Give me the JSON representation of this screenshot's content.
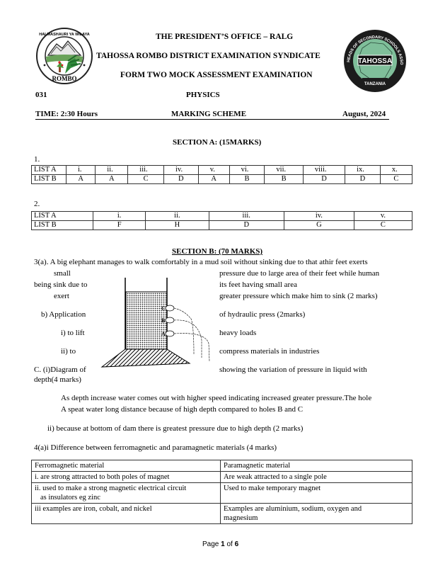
{
  "header": {
    "line1": "THE PRESIDENT’S OFFICE – RALG",
    "line2": "TAHOSSA ROMBO DISTRICT EXAMINATION SYNDICATE",
    "line3": "FORM TWO MOCK ASSESSMENT EXAMINATION",
    "code": "031",
    "subject": "PHYSICS",
    "time": "TIME: 2:30 Hours",
    "scheme": "MARKING SCHEME",
    "date": "August, 2024",
    "left_logo": {
      "top_text": "HALMASHAURI YA WILAYA",
      "bottom_text": "ROMBO"
    },
    "right_logo": {
      "ring_text": "HEADS OF SECONDARY SCHOOLS ASSOCIATION",
      "center_text": "TAHOSSA",
      "bottom_text": "TANZANIA",
      "color": "#7fbf9a"
    }
  },
  "section_a": {
    "title": "SECTION A: (15MARKS)",
    "q1": {
      "number": "1.",
      "row_a_label": "LIST A",
      "row_b_label": "LIST B",
      "items": [
        "i.",
        "ii.",
        "iii.",
        "iv.",
        "v.",
        "vi.",
        "vii.",
        "viii.",
        "ix.",
        "x."
      ],
      "answers": [
        "A",
        "A",
        "C",
        "D",
        "A",
        "B",
        "B",
        "D",
        "D",
        "C"
      ]
    },
    "q2": {
      "number": "2.",
      "row_a_label": "LIST A",
      "row_b_label": "LIST B",
      "items": [
        "i.",
        "ii.",
        "iii.",
        "iv.",
        "v."
      ],
      "answers": [
        "F",
        "H",
        "D",
        "G",
        "C"
      ]
    }
  },
  "section_b": {
    "title": "SECTION B: (70 MARKS)",
    "q3a_line1": "3(a). A big elephant manages to walk comfortably in a mud soil without sinking due to that athir feet exerts",
    "q3a_left": [
      "small",
      "being sink due to",
      "exert"
    ],
    "q3a_right": [
      "pressure due to large area of their feet while human",
      "its feet having small area",
      "greater pressure which make him to sink (2 marks)"
    ],
    "q3b_left": "b) Application",
    "q3b_right": "of hydraulic press (2marks)",
    "q3b_i_left": "i) to lift",
    "q3b_i_right": "heavy loads",
    "q3b_ii_left": "ii) to",
    "q3b_ii_right": "compress materials in industries",
    "q3c_left": "C. (i)Diagram of",
    "q3c_right": "showing the variation of pressure in liquid with",
    "q3c_line2": "depth(4 marks)",
    "diagram_labels": [
      "C",
      "B",
      "A"
    ],
    "q3c_expl1": "As depth increase water comes out with higher speed indicating increased greater pressure.The hole",
    "q3c_expl2": "A speat water long distance because of high depth compared to holes B and C",
    "q3c_ii": "ii) because at bottom of dam there is greatest pressure due to high depth (2 marks)",
    "q4_title": "4(a)i Difference between ferromagnetic and paramagnetic materials (4 marks)",
    "q4_table": {
      "headers": [
        "Ferromagnetic material",
        "Paramagnetic material"
      ],
      "rows": [
        [
          "i. are strong attracted to both poles of magnet",
          "Are weak attracted to a single pole"
        ],
        [
          "ii. used to make a strong magnetic electrical circuit",
          "Used to make temporary magnet"
        ],
        [
          "iii examples are iron, cobalt, and nickel",
          "Examples are aluminium, sodium, oxygen and"
        ]
      ],
      "row2_cont": "as insulators eg zinc",
      "row3_cont": "magnesium"
    }
  },
  "footer": {
    "page_prefix": "Page ",
    "page_num": "1",
    "of": " of ",
    "total": "6"
  }
}
